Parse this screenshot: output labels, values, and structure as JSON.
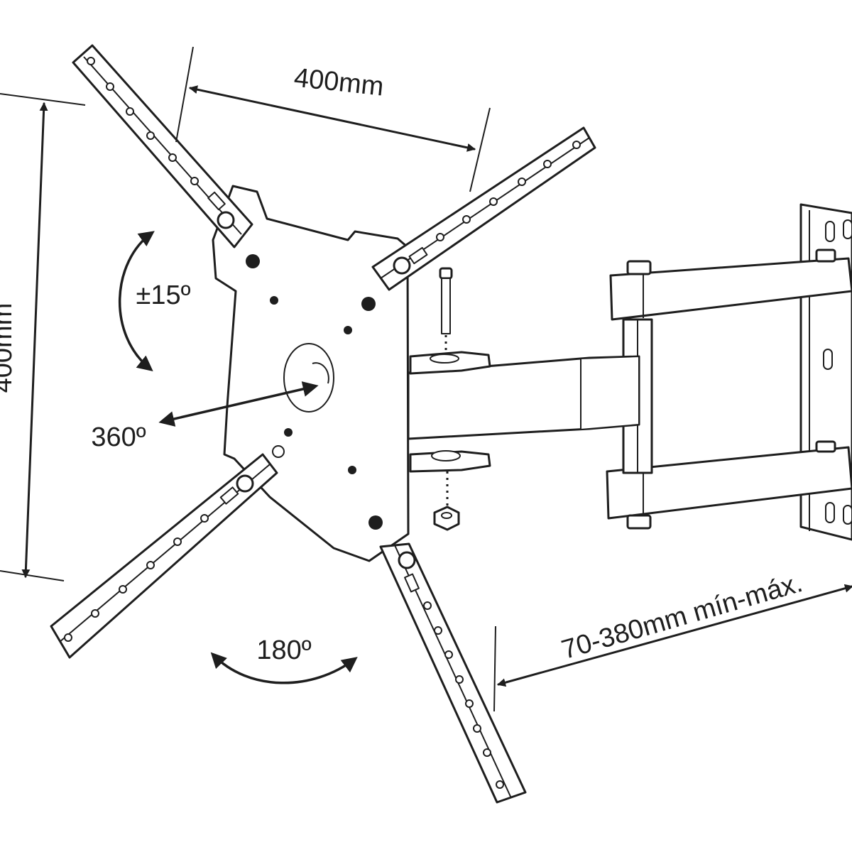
{
  "diagram": {
    "labels": {
      "vesa_horizontal": "400mm",
      "vesa_vertical": "400mm",
      "tilt": "±15º",
      "rotation": "360º",
      "swivel": "180º",
      "extension": "70-380mm mín-máx."
    },
    "colors": {
      "line": "#1e1e1e",
      "background": "#ffffff"
    }
  }
}
